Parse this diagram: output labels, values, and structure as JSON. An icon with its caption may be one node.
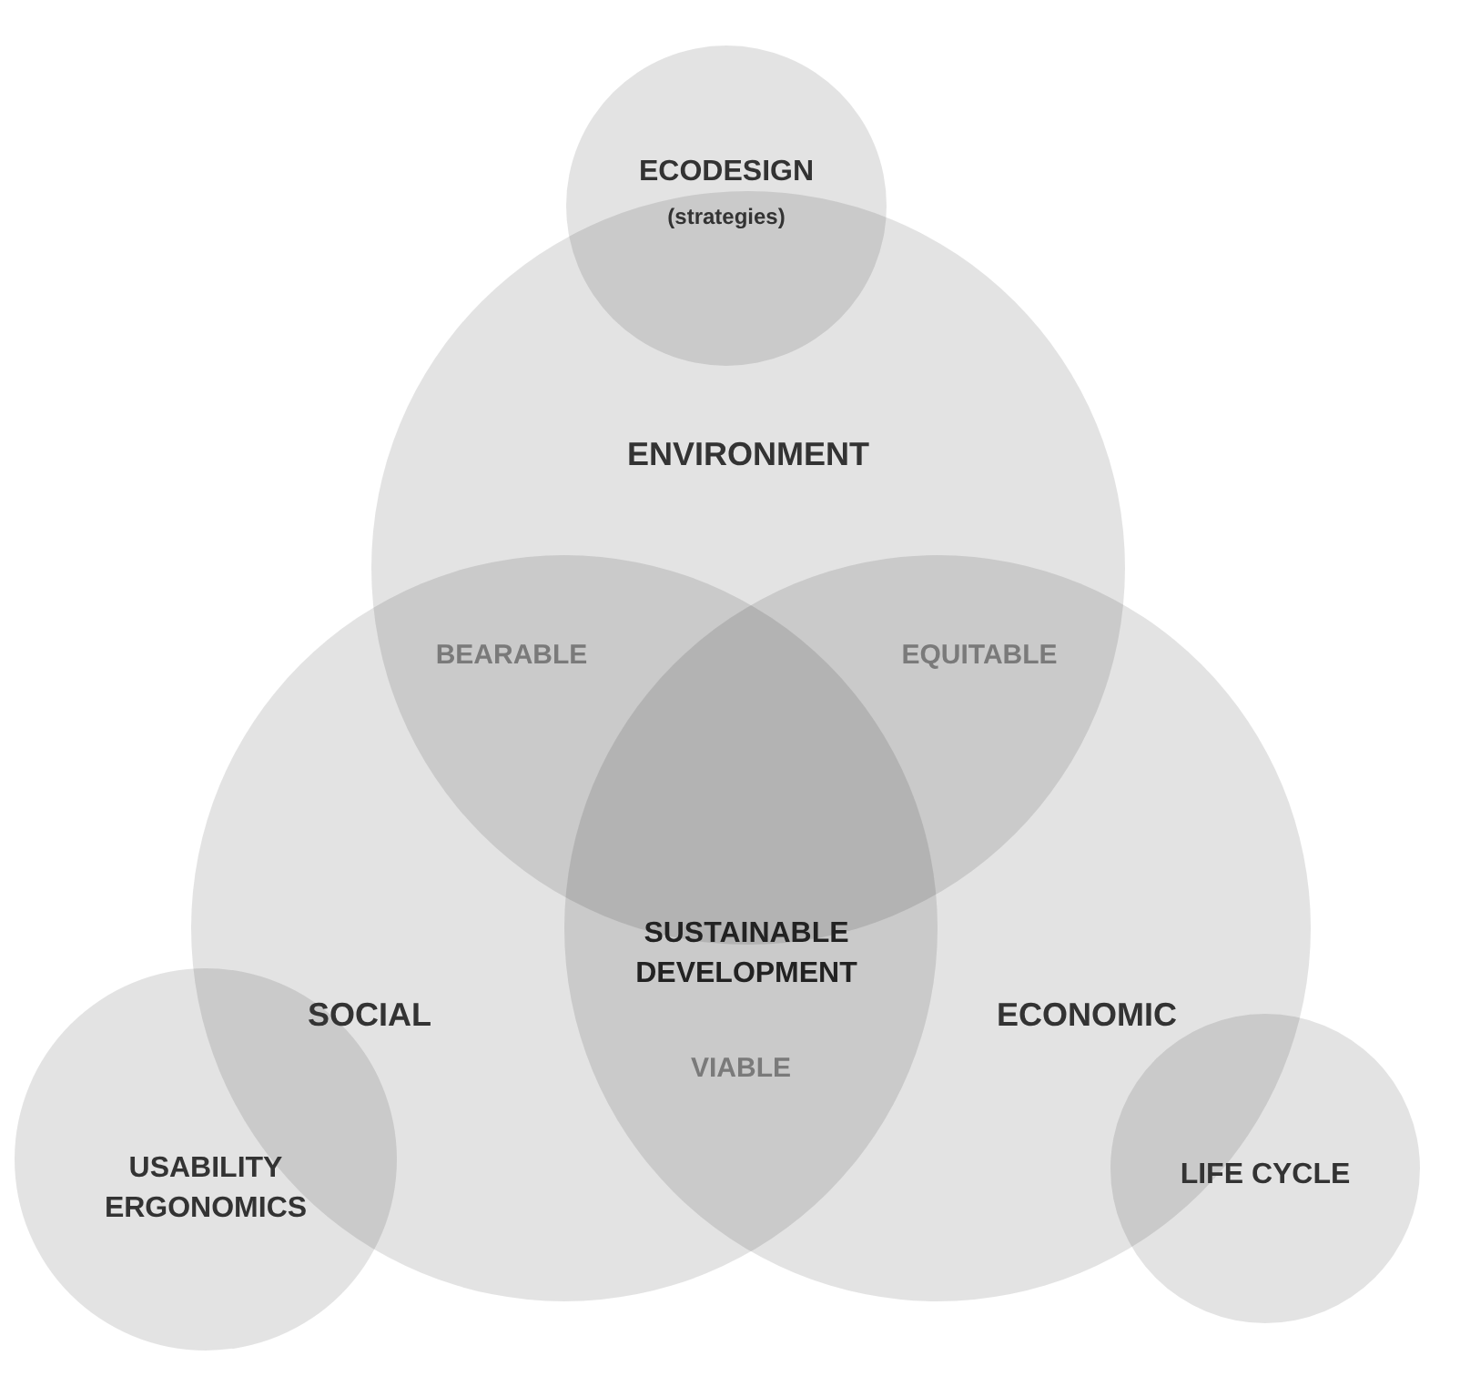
{
  "diagram": {
    "nodes": [
      {
        "text": [
          "ECODESIGN",
          "(strategies)"
        ]
      },
      {
        "text": [
          "ENVIRONMENT"
        ]
      },
      {
        "text": [
          "SOCIAL"
        ]
      },
      {
        "text": [
          "ECONOMIC"
        ]
      },
      {
        "text": [
          "USABILITY ERGONOMICS"
        ]
      },
      {
        "text": [
          "LIFE CYCLE"
        ]
      }
    ],
    "labels": [
      "BEARABLE",
      "EQUITABLE",
      "SUSTAINABLE DEVELOPMENT",
      "VIABLE"
    ]
  }
}
